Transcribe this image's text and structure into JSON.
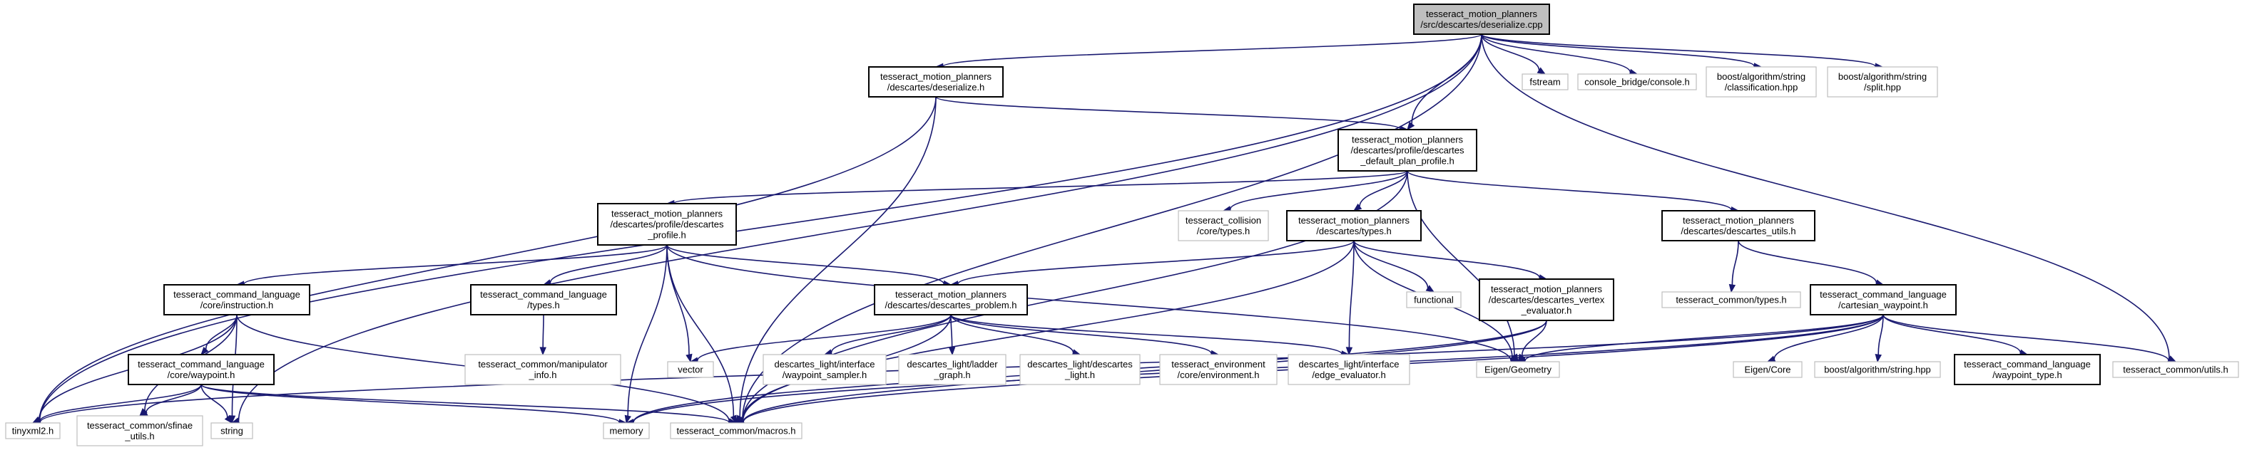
{
  "colors": {
    "edge": "#191970",
    "node_border": "#000000",
    "external_border": "#bfbfbf",
    "root_fill": "#bfbfbf",
    "node_fill": "#ffffff"
  },
  "nodes": [
    {
      "id": "root",
      "kind": "root",
      "lines": [
        "tesseract_motion_planners",
        "/src/descartes/deserialize.cpp"
      ]
    },
    {
      "id": "deserialize_h",
      "kind": "file",
      "lines": [
        "tesseract_motion_planners",
        "/descartes/deserialize.h"
      ]
    },
    {
      "id": "fstream",
      "kind": "external",
      "lines": [
        "fstream"
      ]
    },
    {
      "id": "console",
      "kind": "external",
      "lines": [
        "console_bridge/console.h"
      ]
    },
    {
      "id": "boost_class",
      "kind": "external",
      "lines": [
        "boost/algorithm/string",
        "/classification.hpp"
      ]
    },
    {
      "id": "boost_split",
      "kind": "external",
      "lines": [
        "boost/algorithm/string",
        "/split.hpp"
      ]
    },
    {
      "id": "default_plan_profile",
      "kind": "file",
      "lines": [
        "tesseract_motion_planners",
        "/descartes/profile/descartes",
        "_default_plan_profile.h"
      ]
    },
    {
      "id": "descartes_profile",
      "kind": "file",
      "lines": [
        "tesseract_motion_planners",
        "/descartes/profile/descartes",
        "_profile.h"
      ]
    },
    {
      "id": "collision_types",
      "kind": "external",
      "lines": [
        "tesseract_collision",
        "/core/types.h"
      ]
    },
    {
      "id": "descartes_types",
      "kind": "file",
      "lines": [
        "tesseract_motion_planners",
        "/descartes/types.h"
      ]
    },
    {
      "id": "descartes_utils",
      "kind": "file",
      "lines": [
        "tesseract_motion_planners",
        "/descartes/descartes_utils.h"
      ]
    },
    {
      "id": "instruction",
      "kind": "file",
      "lines": [
        "tesseract_command_language",
        "/core/instruction.h"
      ]
    },
    {
      "id": "cl_types",
      "kind": "file",
      "lines": [
        "tesseract_command_language",
        "/types.h"
      ]
    },
    {
      "id": "descartes_problem",
      "kind": "file",
      "lines": [
        "tesseract_motion_planners",
        "/descartes/descartes_problem.h"
      ]
    },
    {
      "id": "functional",
      "kind": "external",
      "lines": [
        "functional"
      ]
    },
    {
      "id": "vertex_evaluator",
      "kind": "file",
      "lines": [
        "tesseract_motion_planners",
        "/descartes/descartes_vertex",
        "_evaluator.h"
      ]
    },
    {
      "id": "common_types",
      "kind": "external",
      "lines": [
        "tesseract_common/types.h"
      ]
    },
    {
      "id": "cartesian_waypoint",
      "kind": "file",
      "lines": [
        "tesseract_command_language",
        "/cartesian_waypoint.h"
      ]
    },
    {
      "id": "waypoint",
      "kind": "file",
      "lines": [
        "tesseract_command_language",
        "/core/waypoint.h"
      ]
    },
    {
      "id": "manipulator_info",
      "kind": "external",
      "lines": [
        "tesseract_common/manipulator",
        "_info.h"
      ]
    },
    {
      "id": "vector",
      "kind": "external",
      "lines": [
        "vector"
      ]
    },
    {
      "id": "waypoint_sampler",
      "kind": "external",
      "lines": [
        "descartes_light/interface",
        "/waypoint_sampler.h"
      ]
    },
    {
      "id": "ladder_graph",
      "kind": "external",
      "lines": [
        "descartes_light/ladder",
        "_graph.h"
      ]
    },
    {
      "id": "descartes_light_h",
      "kind": "external",
      "lines": [
        "descartes_light/descartes",
        "_light.h"
      ]
    },
    {
      "id": "environment",
      "kind": "external",
      "lines": [
        "tesseract_environment",
        "/core/environment.h"
      ]
    },
    {
      "id": "edge_evaluator",
      "kind": "external",
      "lines": [
        "descartes_light/interface",
        "/edge_evaluator.h"
      ]
    },
    {
      "id": "eigen_geometry",
      "kind": "external",
      "lines": [
        "Eigen/Geometry"
      ]
    },
    {
      "id": "eigen_core",
      "kind": "external",
      "lines": [
        "Eigen/Core"
      ]
    },
    {
      "id": "boost_string",
      "kind": "external",
      "lines": [
        "boost/algorithm/string.hpp"
      ]
    },
    {
      "id": "waypoint_type",
      "kind": "file",
      "lines": [
        "tesseract_command_language",
        "/waypoint_type.h"
      ]
    },
    {
      "id": "common_utils",
      "kind": "external",
      "lines": [
        "tesseract_common/utils.h"
      ]
    },
    {
      "id": "tinyxml2",
      "kind": "external",
      "lines": [
        "tinyxml2.h"
      ]
    },
    {
      "id": "sfinae",
      "kind": "external",
      "lines": [
        "tesseract_common/sfinae",
        "_utils.h"
      ]
    },
    {
      "id": "string",
      "kind": "external",
      "lines": [
        "string"
      ]
    },
    {
      "id": "memory",
      "kind": "external",
      "lines": [
        "memory"
      ]
    },
    {
      "id": "macros",
      "kind": "external",
      "lines": [
        "tesseract_common/macros.h"
      ]
    }
  ],
  "edges": [
    [
      "root",
      "deserialize_h"
    ],
    [
      "root",
      "fstream"
    ],
    [
      "root",
      "console"
    ],
    [
      "root",
      "boost_class"
    ],
    [
      "root",
      "boost_split"
    ],
    [
      "root",
      "default_plan_profile"
    ],
    [
      "root",
      "tinyxml2"
    ],
    [
      "root",
      "string"
    ],
    [
      "root",
      "macros"
    ],
    [
      "root",
      "common_utils"
    ],
    [
      "deserialize_h",
      "default_plan_profile"
    ],
    [
      "deserialize_h",
      "tinyxml2"
    ],
    [
      "deserialize_h",
      "macros"
    ],
    [
      "default_plan_profile",
      "descartes_profile"
    ],
    [
      "default_plan_profile",
      "collision_types"
    ],
    [
      "default_plan_profile",
      "descartes_types"
    ],
    [
      "default_plan_profile",
      "descartes_utils"
    ],
    [
      "default_plan_profile",
      "eigen_geometry"
    ],
    [
      "default_plan_profile",
      "macros"
    ],
    [
      "descartes_profile",
      "instruction"
    ],
    [
      "descartes_profile",
      "cl_types"
    ],
    [
      "descartes_profile",
      "descartes_problem"
    ],
    [
      "descartes_profile",
      "vector"
    ],
    [
      "descartes_profile",
      "memory"
    ],
    [
      "descartes_profile",
      "eigen_geometry"
    ],
    [
      "descartes_profile",
      "macros"
    ],
    [
      "descartes_types",
      "descartes_problem"
    ],
    [
      "descartes_types",
      "functional"
    ],
    [
      "descartes_types",
      "vertex_evaluator"
    ],
    [
      "descartes_types",
      "eigen_geometry"
    ],
    [
      "descartes_types",
      "edge_evaluator"
    ],
    [
      "descartes_types",
      "macros"
    ],
    [
      "descartes_utils",
      "common_types"
    ],
    [
      "descartes_utils",
      "cartesian_waypoint"
    ],
    [
      "instruction",
      "waypoint"
    ],
    [
      "instruction",
      "tinyxml2"
    ],
    [
      "instruction",
      "sfinae"
    ],
    [
      "instruction",
      "string"
    ],
    [
      "instruction",
      "macros"
    ],
    [
      "cl_types",
      "manipulator_info"
    ],
    [
      "descartes_problem",
      "vector"
    ],
    [
      "descartes_problem",
      "waypoint_sampler"
    ],
    [
      "descartes_problem",
      "ladder_graph"
    ],
    [
      "descartes_problem",
      "descartes_light_h"
    ],
    [
      "descartes_problem",
      "environment"
    ],
    [
      "descartes_problem",
      "edge_evaluator"
    ],
    [
      "descartes_problem",
      "macros"
    ],
    [
      "vertex_evaluator",
      "eigen_geometry"
    ],
    [
      "vertex_evaluator",
      "memory"
    ],
    [
      "vertex_evaluator",
      "macros"
    ],
    [
      "cartesian_waypoint",
      "eigen_geometry"
    ],
    [
      "cartesian_waypoint",
      "eigen_core"
    ],
    [
      "cartesian_waypoint",
      "boost_string"
    ],
    [
      "cartesian_waypoint",
      "waypoint_type"
    ],
    [
      "cartesian_waypoint",
      "common_utils"
    ],
    [
      "cartesian_waypoint",
      "tinyxml2"
    ],
    [
      "cartesian_waypoint",
      "memory"
    ],
    [
      "cartesian_waypoint",
      "macros"
    ],
    [
      "waypoint",
      "tinyxml2"
    ],
    [
      "waypoint",
      "sfinae"
    ],
    [
      "waypoint",
      "string"
    ],
    [
      "waypoint",
      "memory"
    ],
    [
      "waypoint",
      "macros"
    ]
  ]
}
